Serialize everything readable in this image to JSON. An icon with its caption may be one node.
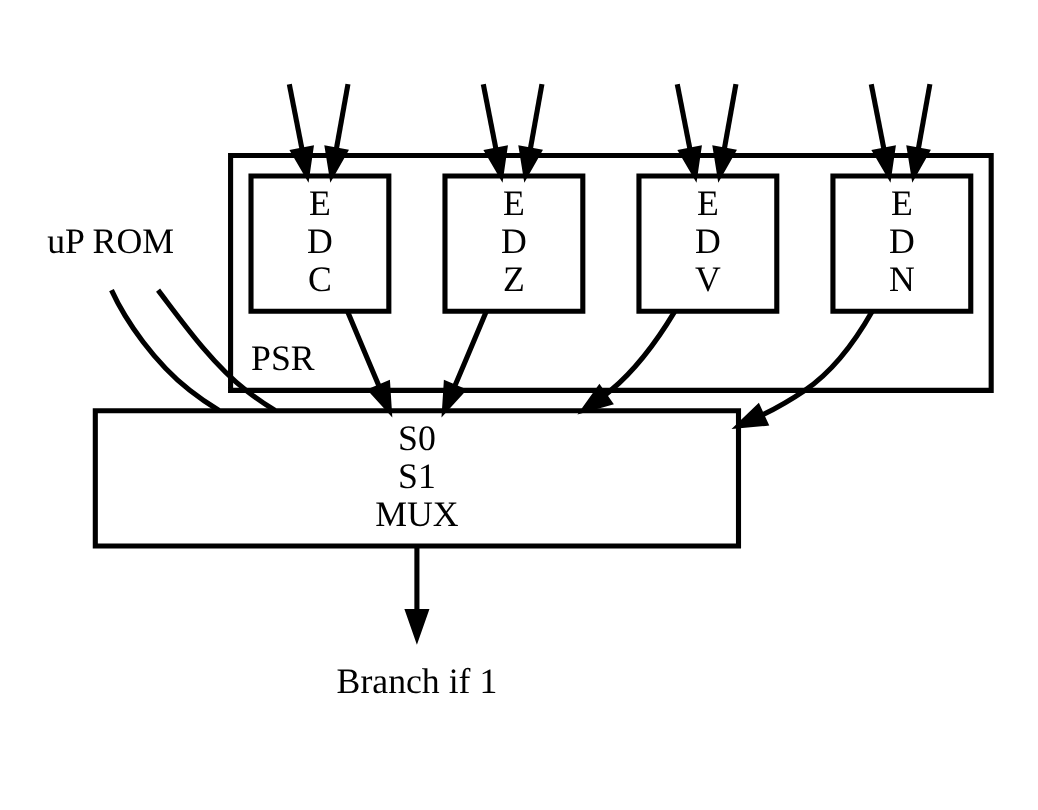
{
  "diagram": {
    "nodes": [
      {
        "text": [
          "PSR"
        ]
      },
      {
        "text": [
          "E",
          "D",
          "C"
        ],
        "in": 0
      },
      {
        "text": [
          "E",
          "D",
          "Z"
        ],
        "in": 0
      },
      {
        "text": [
          "E",
          "D",
          "V"
        ],
        "in": 0
      },
      {
        "text": [
          "E",
          "D",
          "N"
        ],
        "in": 0
      },
      {
        "text": [
          "S0",
          "S1",
          "MUX"
        ]
      },
      {
        "text": [
          "uP ROM"
        ]
      },
      {
        "text": [
          "Branch if 1"
        ]
      }
    ],
    "edges": [
      {
        "from": null,
        "to": 1,
        "arrow": "to"
      },
      {
        "from": null,
        "to": 1,
        "arrow": "to"
      },
      {
        "from": null,
        "to": 2,
        "arrow": "to"
      },
      {
        "from": null,
        "to": 2,
        "arrow": "to"
      },
      {
        "from": null,
        "to": 3,
        "arrow": "to"
      },
      {
        "from": null,
        "to": 3,
        "arrow": "to"
      },
      {
        "from": null,
        "to": 4,
        "arrow": "to"
      },
      {
        "from": null,
        "to": 4,
        "arrow": "to"
      },
      {
        "from": 1,
        "to": 5,
        "arrow": "to"
      },
      {
        "from": 2,
        "to": 5,
        "arrow": "to"
      },
      {
        "from": 3,
        "to": 5,
        "arrow": "to"
      },
      {
        "from": 4,
        "to": 5,
        "arrow": "to"
      },
      {
        "from": 6,
        "to": 5,
        "arrow": "none"
      },
      {
        "from": 6,
        "to": 5,
        "arrow": "none"
      },
      {
        "from": 5,
        "to": 7,
        "arrow": "to"
      }
    ]
  }
}
